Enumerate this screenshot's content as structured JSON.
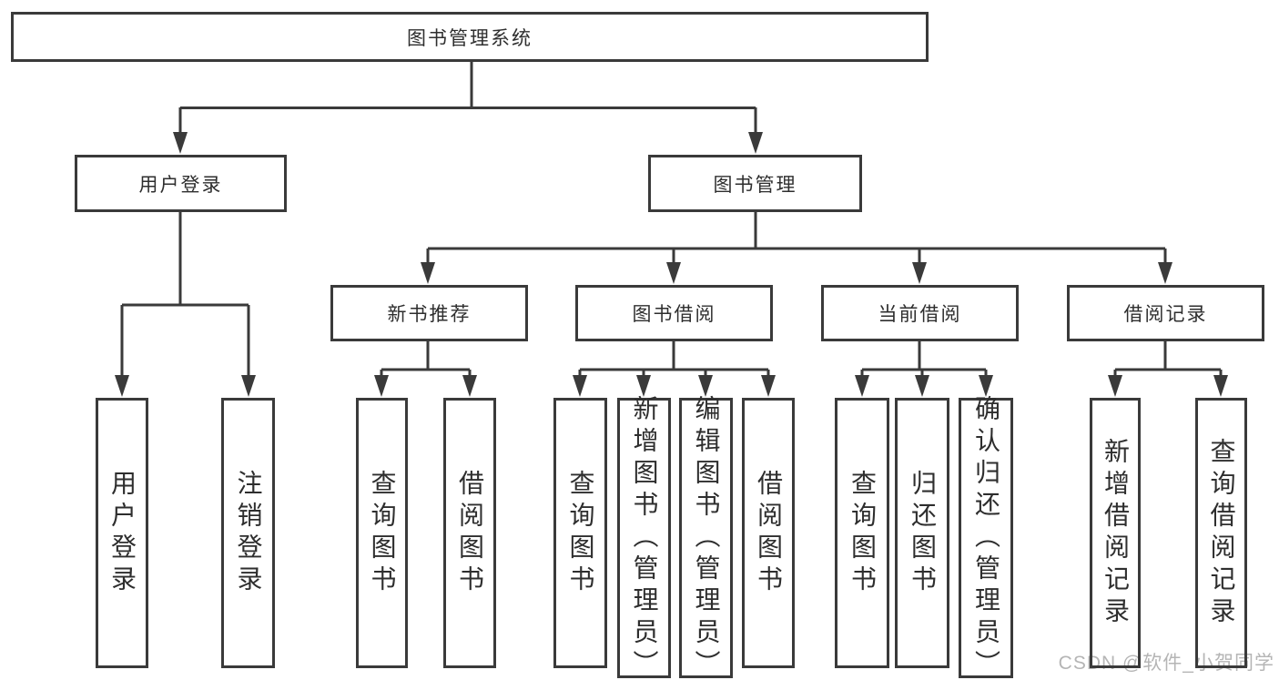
{
  "root": {
    "label": "图书管理系统"
  },
  "level2": [
    {
      "label": "用户登录",
      "children": [
        {
          "label": "用户登录"
        },
        {
          "label": "注销登录"
        }
      ]
    },
    {
      "label": "图书管理",
      "children": [
        {
          "label": "新书推荐",
          "children": [
            {
              "label": "查询图书"
            },
            {
              "label": "借阅图书"
            }
          ]
        },
        {
          "label": "图书借阅",
          "children": [
            {
              "label": "查询图书"
            },
            {
              "label": "新增图书（管理员）"
            },
            {
              "label": "编辑图书（管理员）"
            },
            {
              "label": "借阅图书"
            }
          ]
        },
        {
          "label": "当前借阅",
          "children": [
            {
              "label": "查询图书"
            },
            {
              "label": "归还图书"
            },
            {
              "label": "确认归还（管理员）"
            }
          ]
        },
        {
          "label": "借阅记录",
          "children": [
            {
              "label": "新增借阅记录"
            },
            {
              "label": "查询借阅记录"
            }
          ]
        }
      ]
    }
  ],
  "watermark": "CSDN @软件_小贺同学",
  "colors": {
    "line": "#3a3a3a",
    "text": "#2e2e2e",
    "watermark_text": "#b5b5b5",
    "background": "#ffffff"
  }
}
